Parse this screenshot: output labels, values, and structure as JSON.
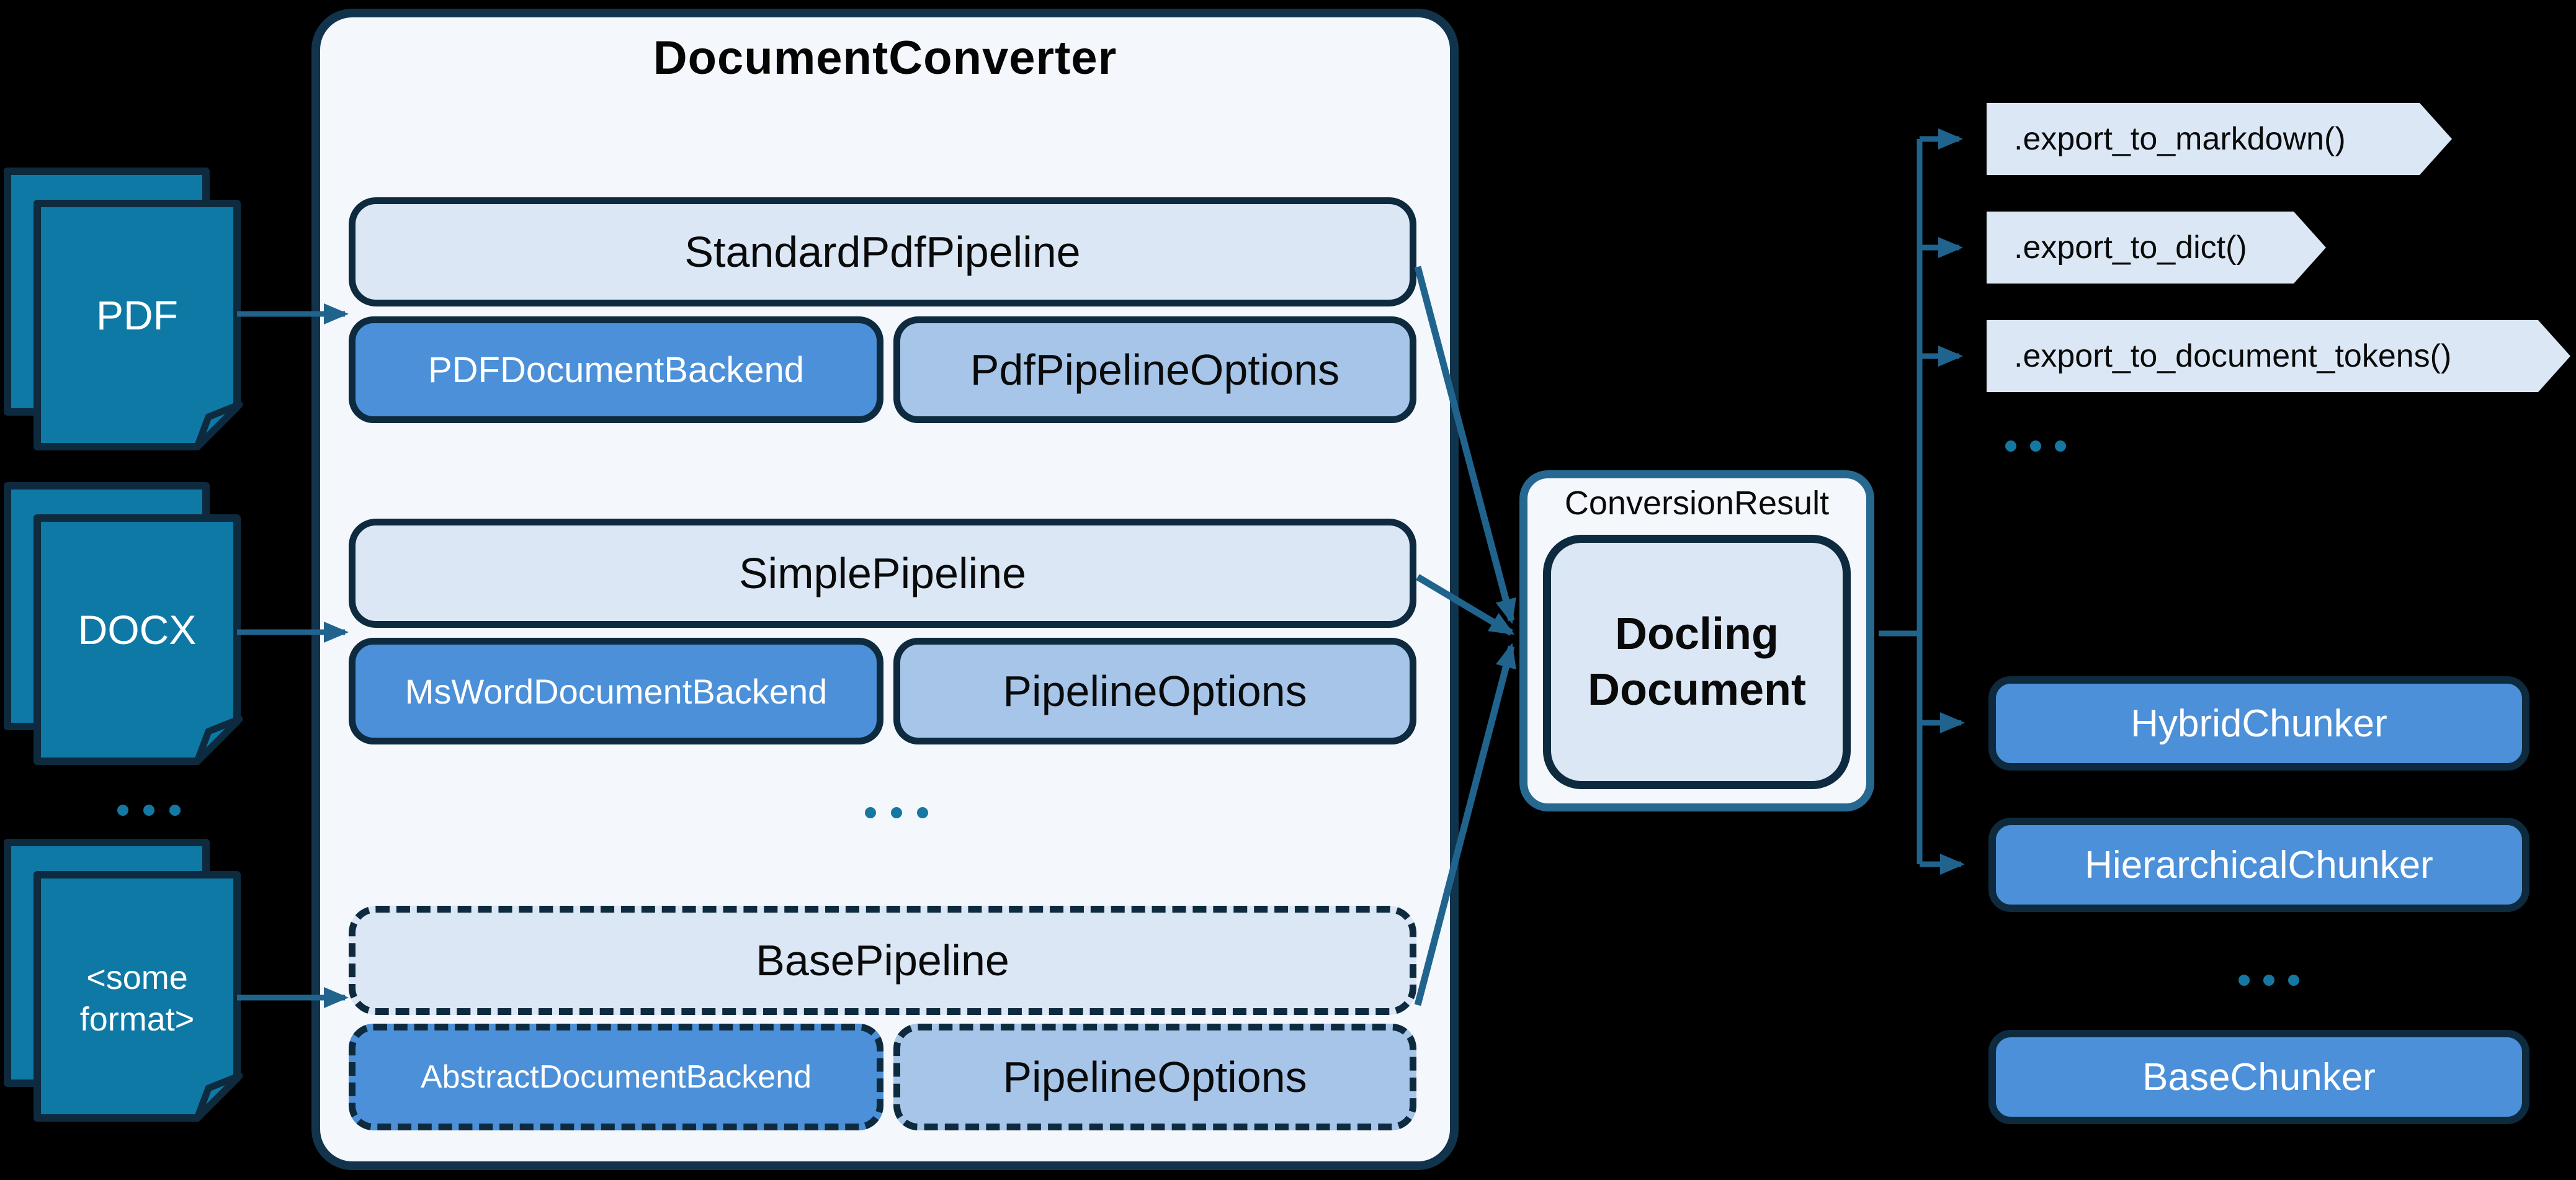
{
  "colors": {
    "background": "#000000",
    "page_teal": "#0E79A4",
    "border_navy": "#0E2A3E",
    "container_bg": "#F4F7FC",
    "light_box": "#DBE7F5",
    "options_blue": "#A6C5E8",
    "bright_blue": "#4B90D8",
    "wire_teal": "#20648E",
    "dot_teal": "#1478A3",
    "result_border": "#26688F"
  },
  "inputs": {
    "items": [
      {
        "label": "PDF"
      },
      {
        "label": "DOCX"
      },
      {
        "label": "<some format>"
      }
    ],
    "ellipsis": "..."
  },
  "converter": {
    "title": "DocumentConverter",
    "pipelines": [
      {
        "name": "StandardPdfPipeline",
        "backend": "PDFDocumentBackend",
        "options": "PdfPipelineOptions",
        "style": "solid"
      },
      {
        "name": "SimplePipeline",
        "backend": "MsWordDocumentBackend",
        "options": "PipelineOptions",
        "style": "solid"
      },
      {
        "name": "BasePipeline",
        "backend": "AbstractDocumentBackend",
        "options": "PipelineOptions",
        "style": "dashed"
      }
    ],
    "ellipsis": "..."
  },
  "result": {
    "label": "ConversionResult",
    "document": "Docling Document"
  },
  "exports": {
    "items": [
      ".export_to_markdown()",
      ".export_to_dict()",
      ".export_to_document_tokens()"
    ],
    "ellipsis": "..."
  },
  "chunkers": {
    "items": [
      {
        "name": "HybridChunker",
        "style": "solid"
      },
      {
        "name": "HierarchicalChunker",
        "style": "solid"
      },
      {
        "name": "BaseChunker",
        "style": "dashed"
      }
    ],
    "ellipsis": "..."
  }
}
